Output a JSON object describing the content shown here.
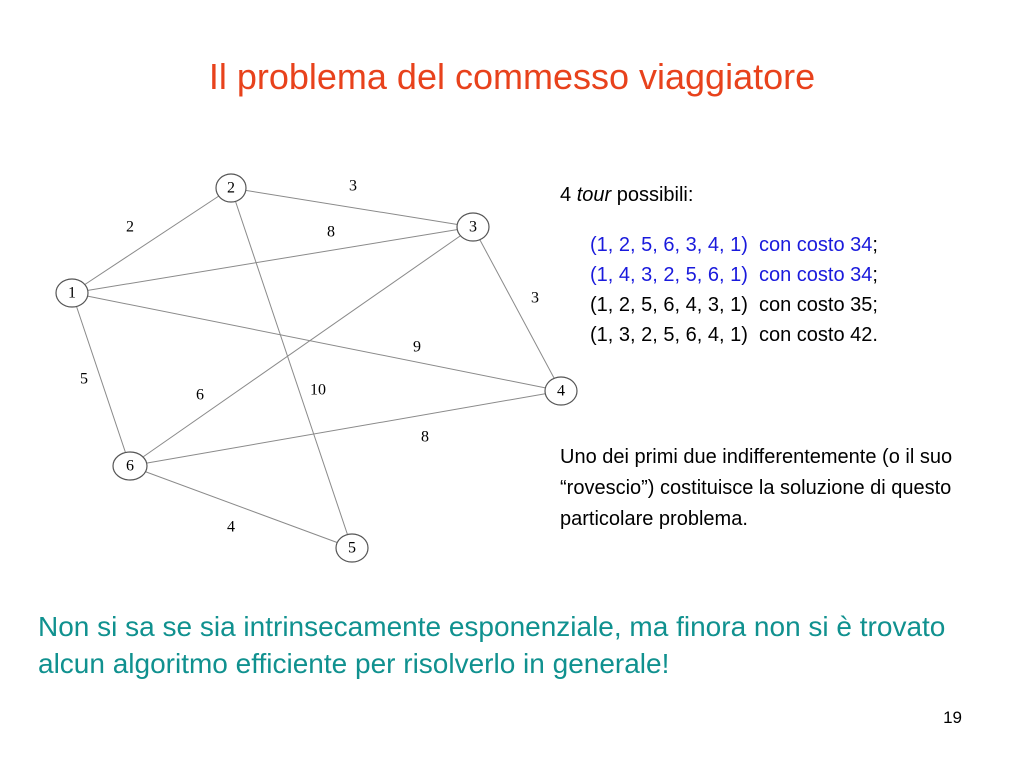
{
  "title": "Il problema del commesso viaggiatore",
  "colors": {
    "title": "#e8421c",
    "highlight": "#1a1adc",
    "bottom_text": "#10918f"
  },
  "graph": {
    "nodes": [
      {
        "id": "1",
        "label": "1"
      },
      {
        "id": "2",
        "label": "2"
      },
      {
        "id": "3",
        "label": "3"
      },
      {
        "id": "4",
        "label": "4"
      },
      {
        "id": "5",
        "label": "5"
      },
      {
        "id": "6",
        "label": "6"
      }
    ],
    "edges": [
      {
        "from": "1",
        "to": "2",
        "weight": "2"
      },
      {
        "from": "2",
        "to": "3",
        "weight": "3"
      },
      {
        "from": "1",
        "to": "3",
        "weight": "8"
      },
      {
        "from": "3",
        "to": "4",
        "weight": "3"
      },
      {
        "from": "1",
        "to": "4",
        "weight": "9"
      },
      {
        "from": "1",
        "to": "6",
        "weight": "5"
      },
      {
        "from": "3",
        "to": "6",
        "weight": "6"
      },
      {
        "from": "2",
        "to": "5",
        "weight": "10"
      },
      {
        "from": "6",
        "to": "4",
        "weight": "8"
      },
      {
        "from": "6",
        "to": "5",
        "weight": "4"
      }
    ]
  },
  "tours": {
    "count": "4",
    "word": "tour",
    "suffix": "possibili:",
    "items": [
      {
        "sequence": "(1, 2, 5, 6, 3, 4, 1)",
        "cost": "con costo 34",
        "end": ";",
        "highlight": true
      },
      {
        "sequence": "(1, 4, 3, 2, 5, 6, 1)",
        "cost": "con costo 34",
        "end": ";",
        "highlight": true
      },
      {
        "sequence": "(1, 2, 5, 6, 4, 3, 1)",
        "cost": "con costo 35",
        "end": ";",
        "highlight": false
      },
      {
        "sequence": "(1, 3, 2, 5, 6, 4, 1)",
        "cost": "con costo 42",
        "end": ".",
        "highlight": false
      }
    ]
  },
  "note": "Uno dei primi due indifferentemente (o il suo “rovescio”) costituisce la soluzione di questo particolare problema.",
  "bottom_text": "Non si sa se sia intrinsecamente esponenziale, ma finora non si è trovato alcun algoritmo efficiente per risolverlo in generale!",
  "slide_number": "19"
}
